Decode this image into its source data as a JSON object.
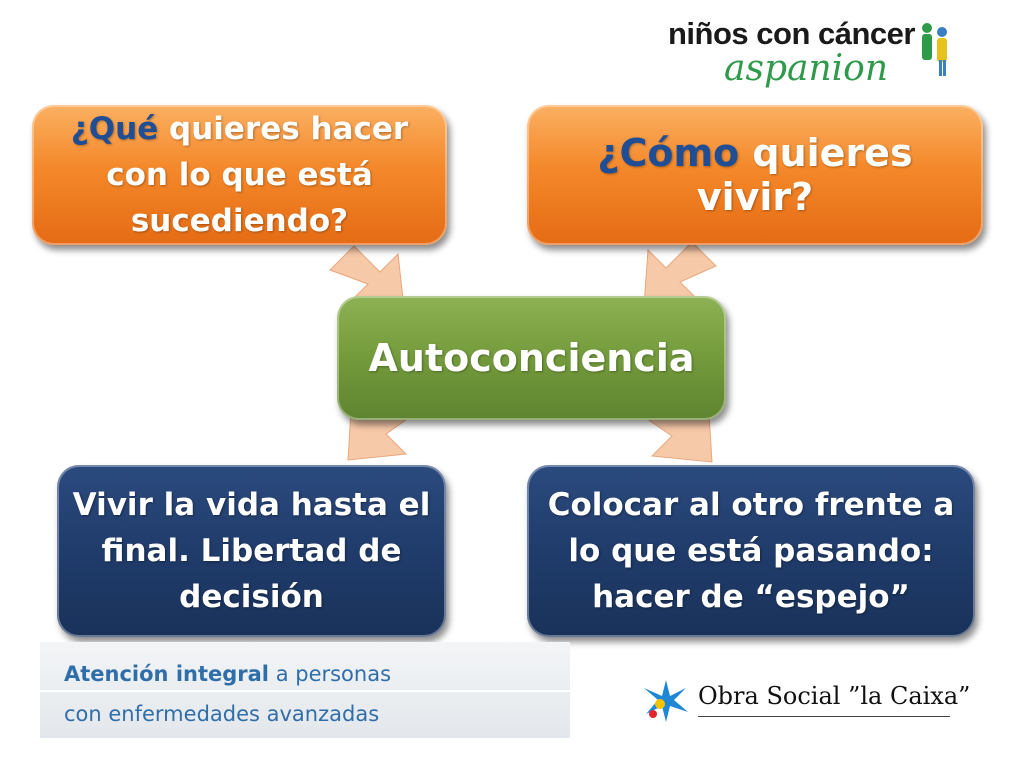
{
  "logo_top": {
    "line1": "niños con cáncer",
    "line2": "aspanion"
  },
  "diagram": {
    "top_left": {
      "highlight": "¿Qué",
      "rest": " quieres hacer con lo que está sucediendo?"
    },
    "top_right": {
      "highlight": "¿Cómo",
      "rest": " quieres vivir?"
    },
    "center": "Autoconciencia",
    "bottom_left": "Vivir la vida hasta el final. Libertad de decisión",
    "bottom_right": "Colocar al otro frente a lo que está pasando: hacer de “espejo”"
  },
  "banner": {
    "bold": "Atención integral",
    "line1_rest": " a personas",
    "line2": "con enfermedades avanzadas"
  },
  "sponsor": {
    "name": "Obra Social ”la Caixa”"
  },
  "colors": {
    "orange": "#f4882a",
    "green": "#739a3b",
    "navy": "#203c6b",
    "highlight_blue": "#1f4e94",
    "arrow": "#f6c9a8"
  }
}
